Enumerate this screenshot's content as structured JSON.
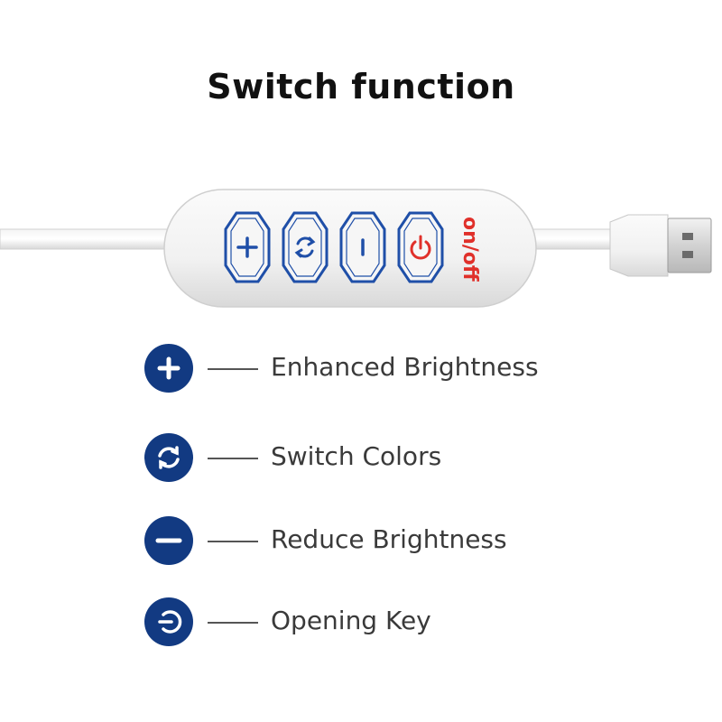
{
  "title": "Switch function",
  "controller": {
    "buttons": [
      {
        "icon": "plus-icon"
      },
      {
        "icon": "cycle-icon"
      },
      {
        "icon": "minus-icon"
      },
      {
        "icon": "power-icon"
      }
    ],
    "power_label": "on/off"
  },
  "legend": [
    {
      "icon": "plus-icon",
      "label": "Enhanced Brightness"
    },
    {
      "icon": "cycle-icon",
      "label": "Switch Colors"
    },
    {
      "icon": "minus-icon",
      "label": "Reduce Brightness"
    },
    {
      "icon": "power-icon",
      "label": "Opening Key"
    }
  ],
  "colors": {
    "accent": "#123a82",
    "button_outline": "#1f4fa8",
    "power_red": "#e0302a",
    "title": "#111111",
    "label": "#3a3a3a"
  }
}
